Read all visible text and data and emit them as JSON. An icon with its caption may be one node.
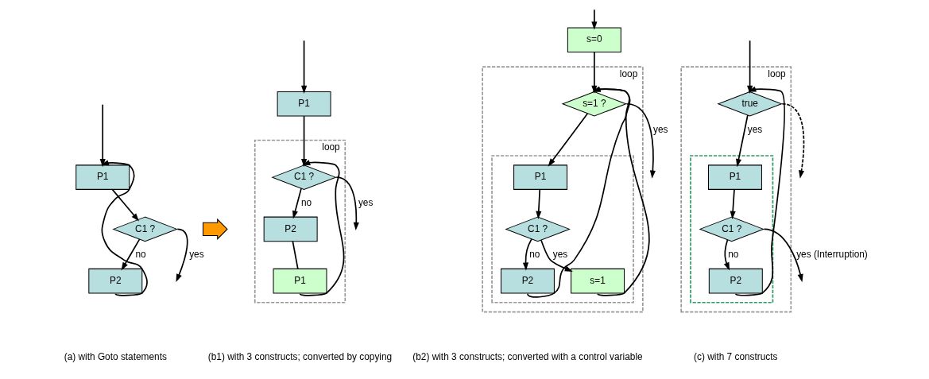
{
  "diagram": {
    "nodes": [
      {
        "text": [
          "P1"
        ]
      },
      {
        "text": [
          "C1 ?"
        ]
      },
      {
        "text": [
          "P2"
        ]
      },
      {
        "text": [
          "P1"
        ]
      },
      {
        "text": [
          "loop"
        ]
      },
      {
        "text": [
          "C1 ?"
        ],
        "in": 4
      },
      {
        "text": [
          "P2"
        ],
        "in": 4
      },
      {
        "text": [
          "P1"
        ],
        "in": 4
      },
      {
        "text": [
          "s=0"
        ]
      },
      {
        "text": [
          "loop"
        ]
      },
      {
        "text": [
          "s=1 ?"
        ],
        "in": 9
      },
      {
        "text": [],
        "shape": "box",
        "in": 9
      },
      {
        "text": [
          "P1"
        ],
        "in": 11
      },
      {
        "text": [
          "C1 ?"
        ],
        "in": 11
      },
      {
        "text": [
          "P2"
        ],
        "in": 11
      },
      {
        "text": [
          "s=1"
        ],
        "in": 11
      },
      {
        "text": [
          "loop"
        ]
      },
      {
        "text": [
          "true"
        ],
        "in": 16
      },
      {
        "text": [],
        "shape": "box",
        "in": 16
      },
      {
        "text": [
          "P1"
        ],
        "in": 18
      },
      {
        "text": [
          "C1 ?"
        ],
        "in": 18
      },
      {
        "text": [
          "P2"
        ],
        "in": 18
      },
      {
        "text": [],
        "shape": "arrow"
      }
    ],
    "edges": [
      {
        "from": null,
        "to": 0,
        "arrow": "to"
      },
      {
        "from": 0,
        "to": 1,
        "arrow": "to"
      },
      {
        "from": 1,
        "to": 2,
        "label": "no",
        "arrow": "to"
      },
      {
        "from": 2,
        "to": 0,
        "arrow": "to"
      },
      {
        "from": 1,
        "to": null,
        "label": "yes",
        "arrow": "to"
      },
      {
        "from": null,
        "to": 3,
        "arrow": "to"
      },
      {
        "from": 3,
        "to": 5,
        "arrow": "to"
      },
      {
        "from": 5,
        "to": 6,
        "label": "no",
        "arrow": "to"
      },
      {
        "from": 6,
        "to": 7,
        "arrow": "none"
      },
      {
        "from": 7,
        "to": 5,
        "arrow": "to"
      },
      {
        "from": 5,
        "to": null,
        "label": "yes",
        "arrow": "to"
      },
      {
        "from": null,
        "to": 8,
        "arrow": "to"
      },
      {
        "from": 8,
        "to": 10,
        "arrow": "to"
      },
      {
        "from": 10,
        "to": 12,
        "arrow": "to"
      },
      {
        "from": 12,
        "to": 13,
        "arrow": "to"
      },
      {
        "from": 13,
        "to": 14,
        "label": "no",
        "arrow": "to"
      },
      {
        "from": 13,
        "to": 15,
        "label": "yes",
        "arrow": "to"
      },
      {
        "from": 14,
        "to": 10,
        "arrow": "to"
      },
      {
        "from": 15,
        "to": 10,
        "arrow": "to"
      },
      {
        "from": 10,
        "to": null,
        "label": "yes",
        "arrow": "to"
      },
      {
        "from": 17,
        "to": null,
        "arrow": "to",
        "style": "dashed"
      },
      {
        "from": null,
        "to": 17,
        "arrow": "to"
      },
      {
        "from": 17,
        "to": 19,
        "label": "yes",
        "arrow": "to"
      },
      {
        "from": 19,
        "to": 20,
        "arrow": "to"
      },
      {
        "from": 20,
        "to": 21,
        "label": "no",
        "arrow": "to"
      },
      {
        "from": 21,
        "to": 17,
        "arrow": "to"
      },
      {
        "from": 20,
        "to": null,
        "label": "yes (Interruption)",
        "arrow": "to"
      }
    ],
    "labels": [
      "(a) with Goto statements",
      "(b1) with 3 constructs; converted by copying",
      "(b2) with 3 constructs; converted with a control variable",
      "(c) with 7 constructs"
    ]
  }
}
